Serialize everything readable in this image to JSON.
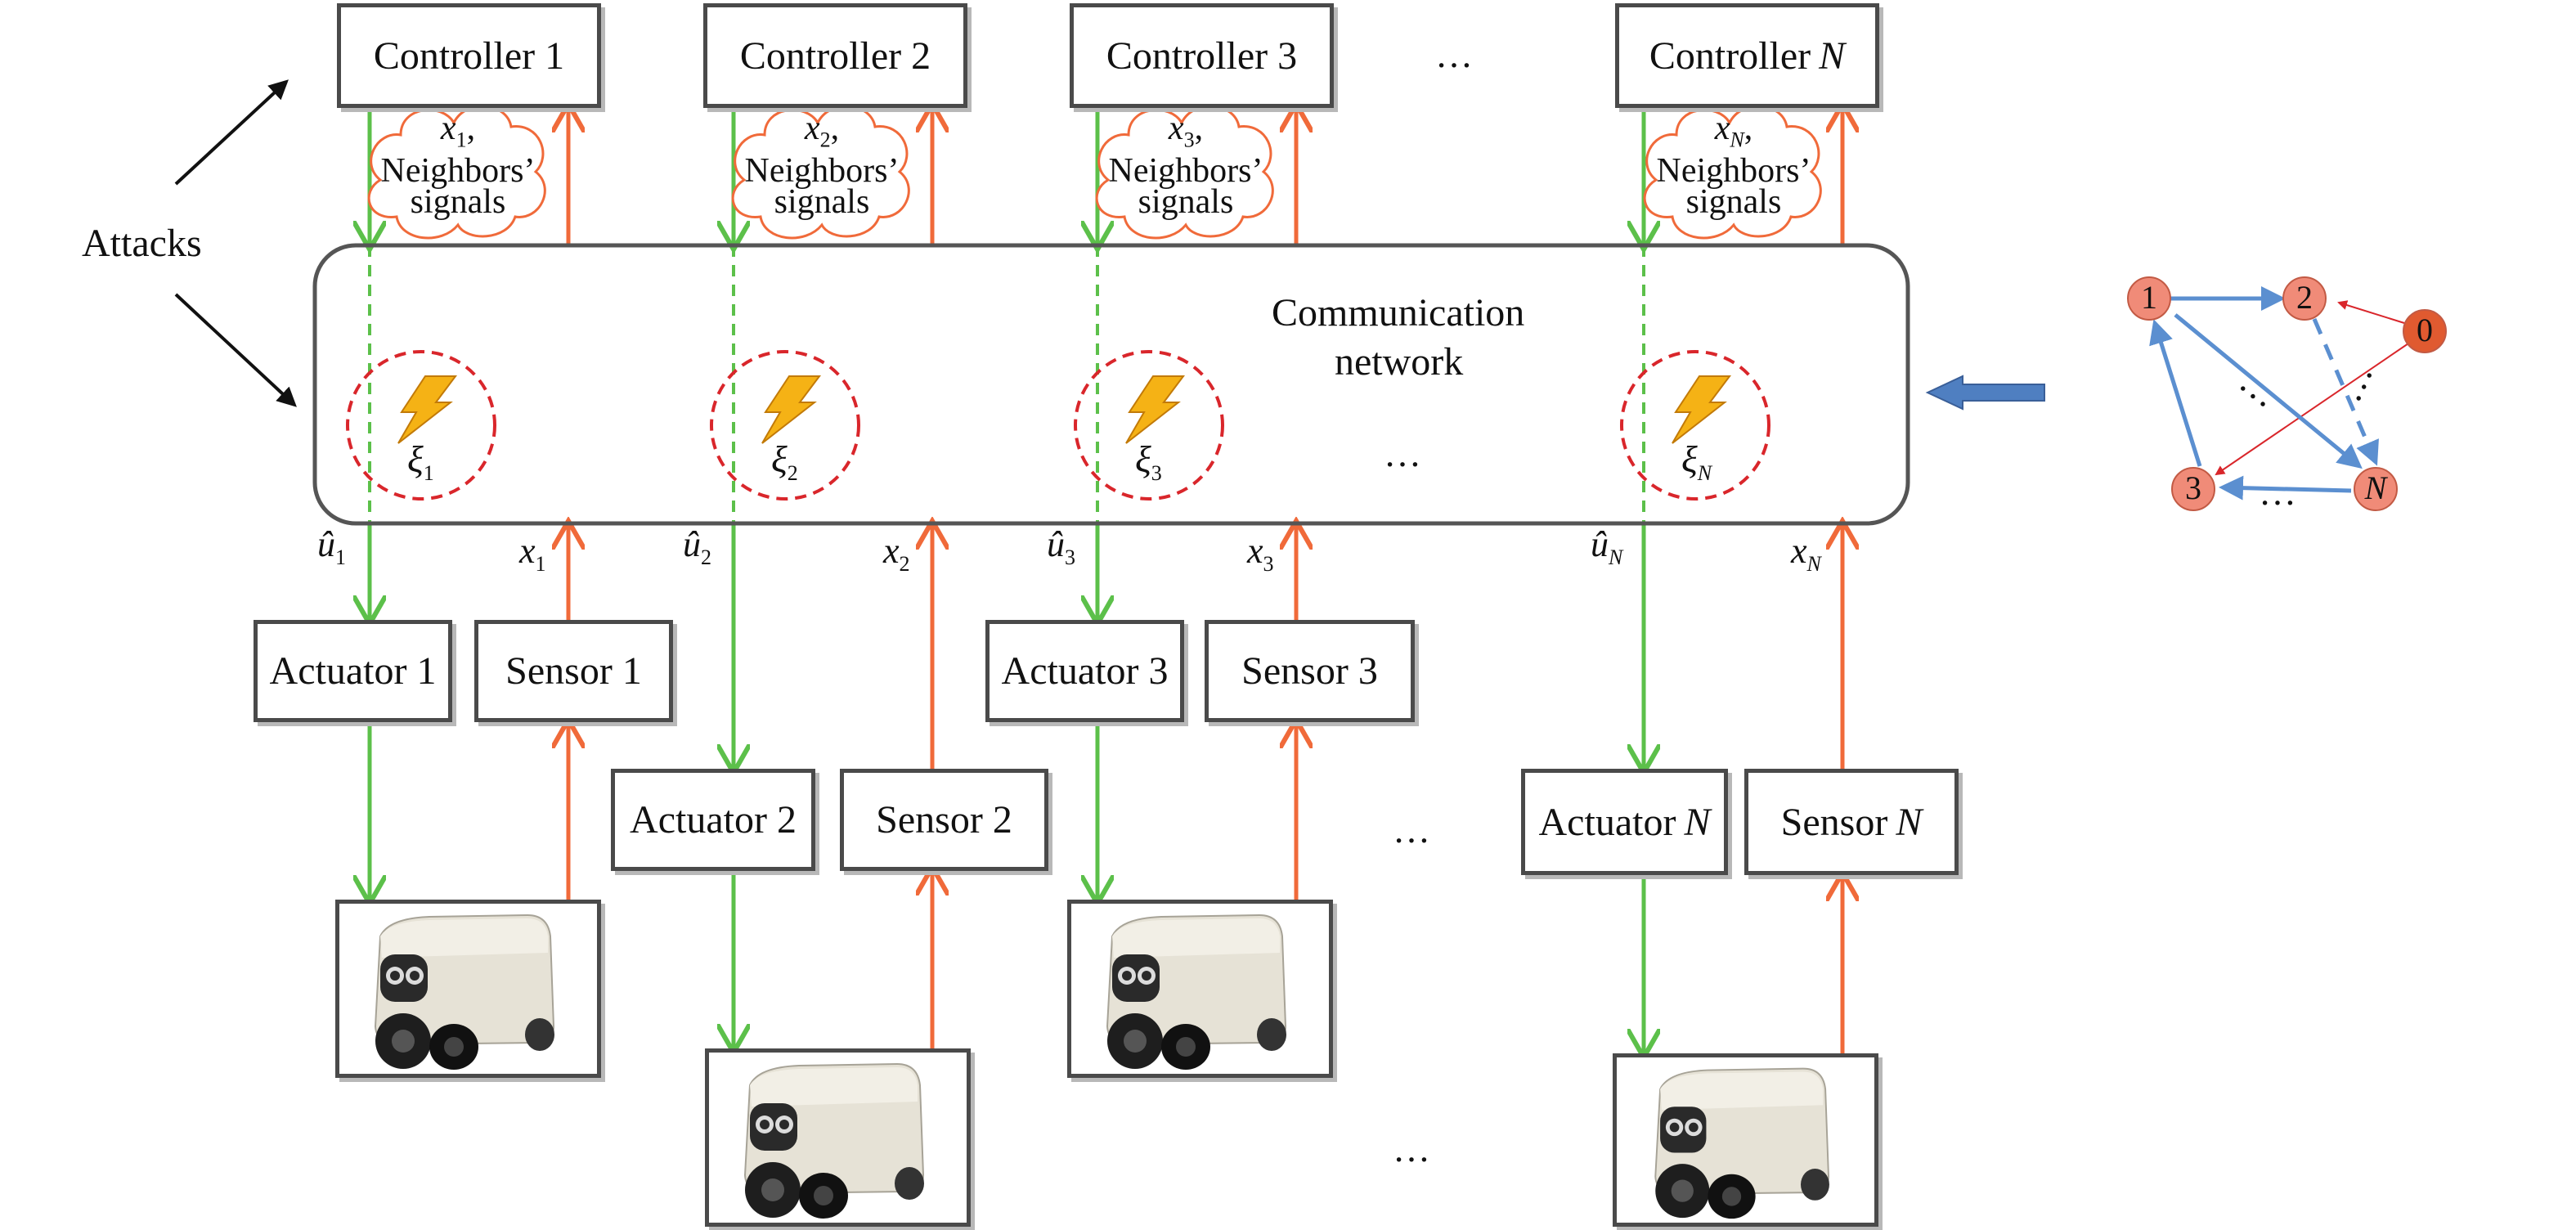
{
  "attacks_label": "Attacks",
  "network": {
    "line1": "Communication",
    "line2": "network",
    "dots": "…"
  },
  "controllers": [
    {
      "label": "Controller 1",
      "cloud_var": "x",
      "cloud_sub": "1",
      "cloud_line1": "Neighbors’",
      "cloud_line2": "signals",
      "attack_sym": "ξ",
      "attack_sub": "1"
    },
    {
      "label": "Controller 2",
      "cloud_var": "x",
      "cloud_sub": "2",
      "cloud_line1": "Neighbors’",
      "cloud_line2": "signals",
      "attack_sym": "ξ",
      "attack_sub": "2"
    },
    {
      "label": "Controller 3",
      "cloud_var": "x",
      "cloud_sub": "3",
      "cloud_line1": "Neighbors’",
      "cloud_line2": "signals",
      "attack_sym": "ξ",
      "attack_sub": "3"
    },
    {
      "label": "Controller",
      "label_italic": "N",
      "cloud_var": "x",
      "cloud_sub": "N",
      "cloud_line1": "Neighbors’",
      "cloud_line2": "signals",
      "attack_sym": "ξ",
      "attack_sub": "N"
    }
  ],
  "controllers_dots": "…",
  "agents": [
    {
      "actuator": "Actuator 1",
      "sensor": "Sensor 1",
      "u_sym": "û",
      "u_sub": "1",
      "x_sym": "x",
      "x_sub": "1"
    },
    {
      "actuator": "Actuator 2",
      "sensor": "Sensor 2",
      "u_sym": "û",
      "u_sub": "2",
      "x_sym": "x",
      "x_sub": "2"
    },
    {
      "actuator": "Actuator 3",
      "sensor": "Sensor 3",
      "u_sym": "û",
      "u_sub": "3",
      "x_sym": "x",
      "x_sub": "3"
    },
    {
      "actuator": "Actuator",
      "actuator_italic": "N",
      "sensor": "Sensor",
      "sensor_italic": "N",
      "u_sym": "û",
      "u_sub": "N",
      "x_sym": "x",
      "x_sub": "N"
    }
  ],
  "agents_dots": "…",
  "graph": {
    "nodes": [
      {
        "id": "1",
        "label": "1",
        "color": "#f08b78"
      },
      {
        "id": "2",
        "label": "2",
        "color": "#f08b78"
      },
      {
        "id": "0",
        "label": "0",
        "color": "#e05a30"
      },
      {
        "id": "3",
        "label": "3",
        "color": "#f08b78"
      },
      {
        "id": "N",
        "label": "N",
        "color": "#f08b78"
      }
    ],
    "dots": "…"
  },
  "colors": {
    "control_signal": "#5cc04a",
    "measurement_signal": "#f06a3a",
    "attack_circle": "#d9262b",
    "network_border": "#555555",
    "graph_edge": "#5b8fd0",
    "leader_edge": "#d9262b",
    "panel_border": "#3d6aa6",
    "panel_arrow": "#4f7fc1"
  }
}
